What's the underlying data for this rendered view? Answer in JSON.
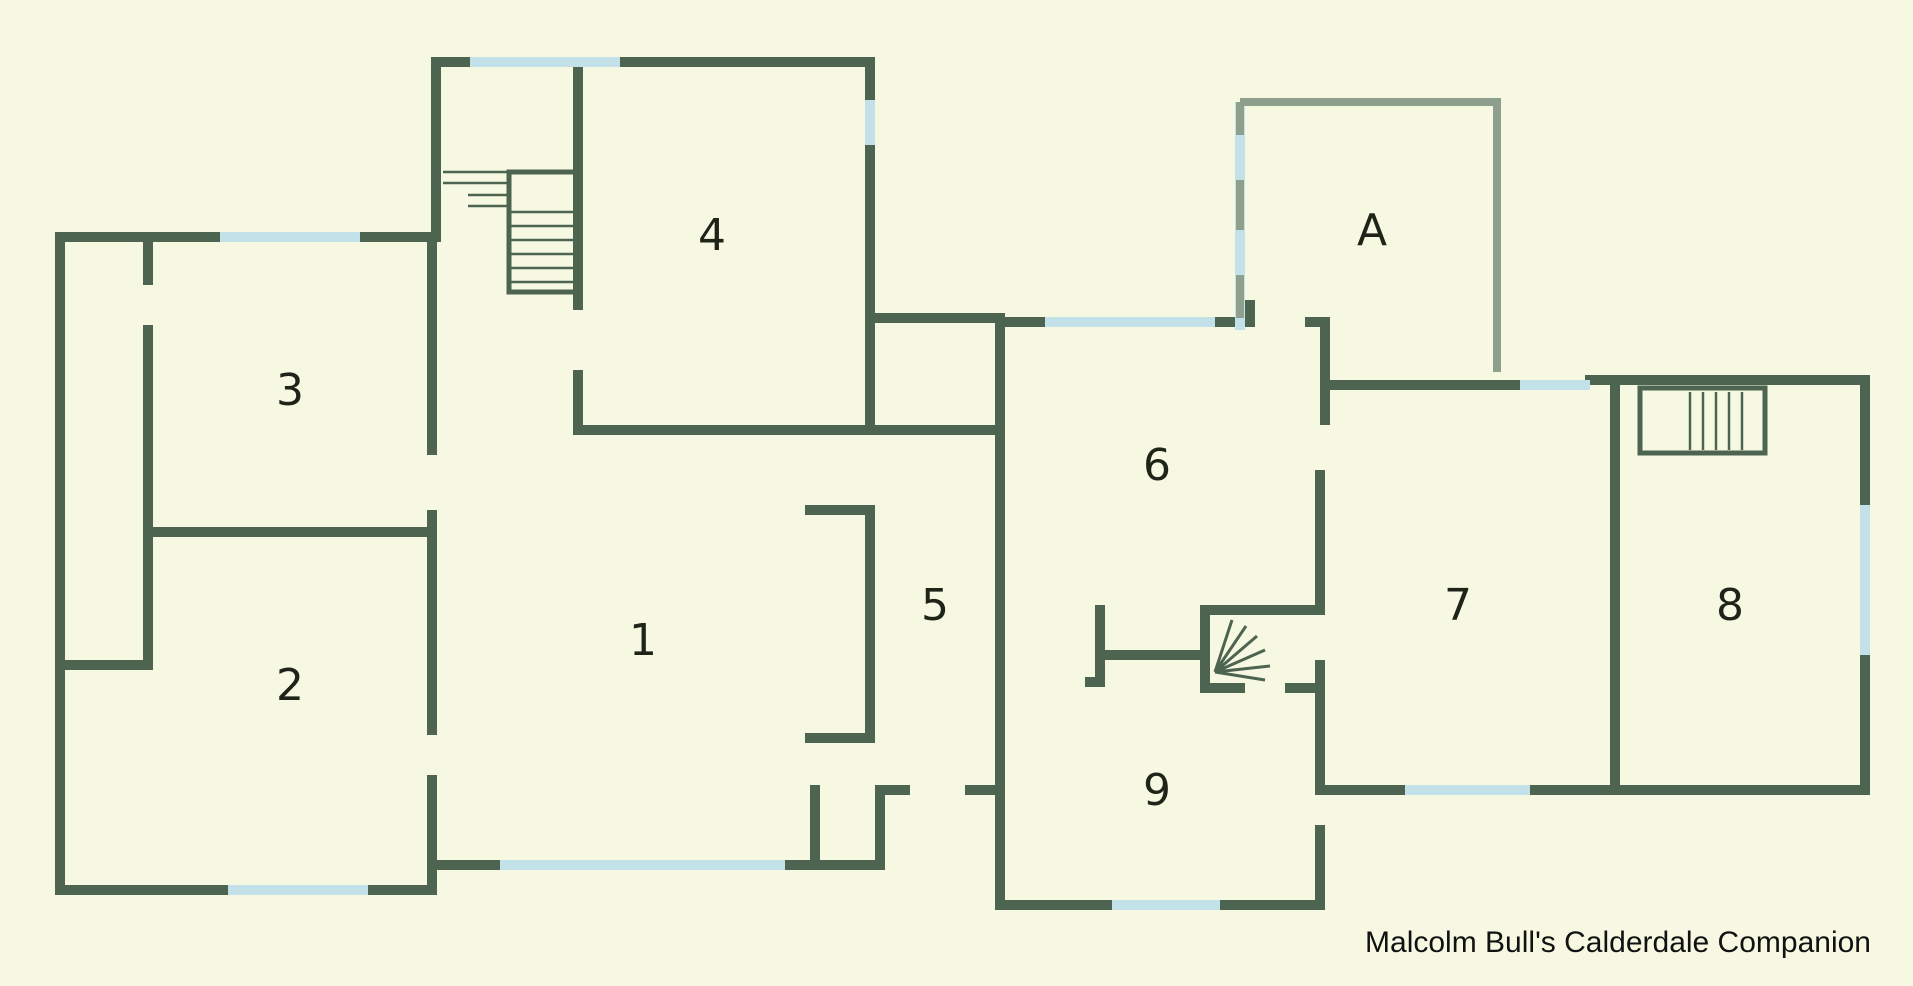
{
  "colors": {
    "background": "#f7f8e2",
    "wall": "#4d6450",
    "window": "#c3e1e9",
    "extension_wall": "#8f9f8e",
    "label": "#1f2419"
  },
  "rooms": {
    "r1": "1",
    "r2": "2",
    "r3": "3",
    "r4": "4",
    "r5": "5",
    "r6": "6",
    "r7": "7",
    "r8": "8",
    "r9": "9",
    "rA": "A"
  },
  "credit": "Malcolm Bull's Calderdale Companion"
}
